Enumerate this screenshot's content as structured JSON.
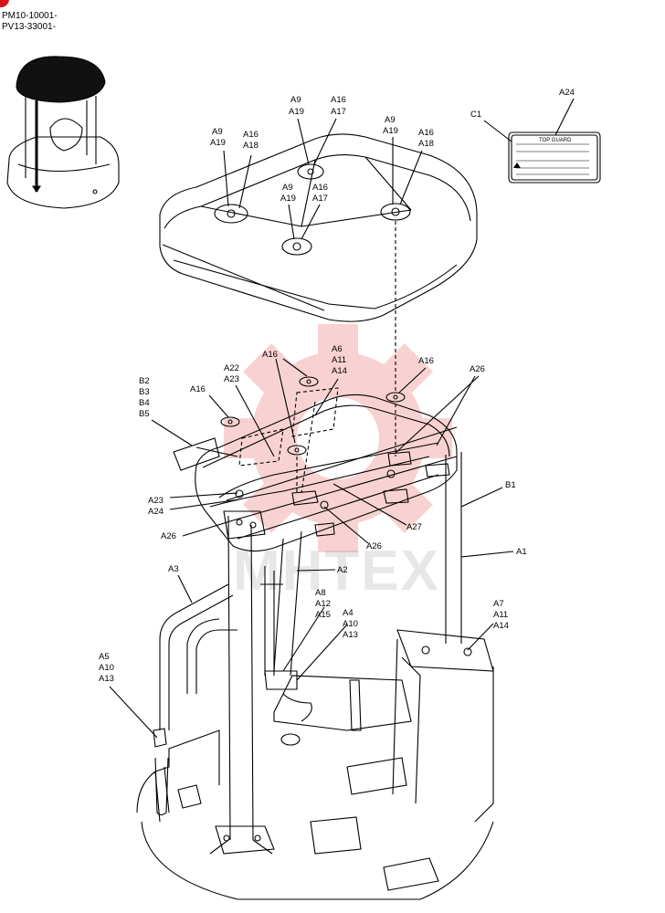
{
  "header": {
    "model_line_1": "PM10-10001-",
    "model_line_2": "PV13-33001-"
  },
  "watermark": "MHTEX",
  "colors": {
    "badge": "#d8101a",
    "watermark_gear": "#f4b9b9",
    "line": "#000000"
  },
  "part_labels": {
    "A1": "A1",
    "A2": "A2",
    "A3": "A3",
    "A4": "A4",
    "A5": "A5",
    "A6": "A6",
    "A7": "A7",
    "A8": "A8",
    "A9": "A9",
    "A10": "A10",
    "A11": "A11",
    "A12": "A12",
    "A13": "A13",
    "A14": "A14",
    "A15": "A15",
    "A16": "A16",
    "A17": "A17",
    "A18": "A18",
    "A19": "A19",
    "A22": "A22",
    "A23": "A23",
    "A24": "A24",
    "A26": "A26",
    "A27": "A27",
    "B1": "B1",
    "B2": "B2",
    "B3": "B3",
    "B4": "B4",
    "B5": "B5",
    "C1": "C1"
  },
  "decal": {
    "title": "TOP GUARD",
    "icon": "warning-triangle-icon"
  }
}
